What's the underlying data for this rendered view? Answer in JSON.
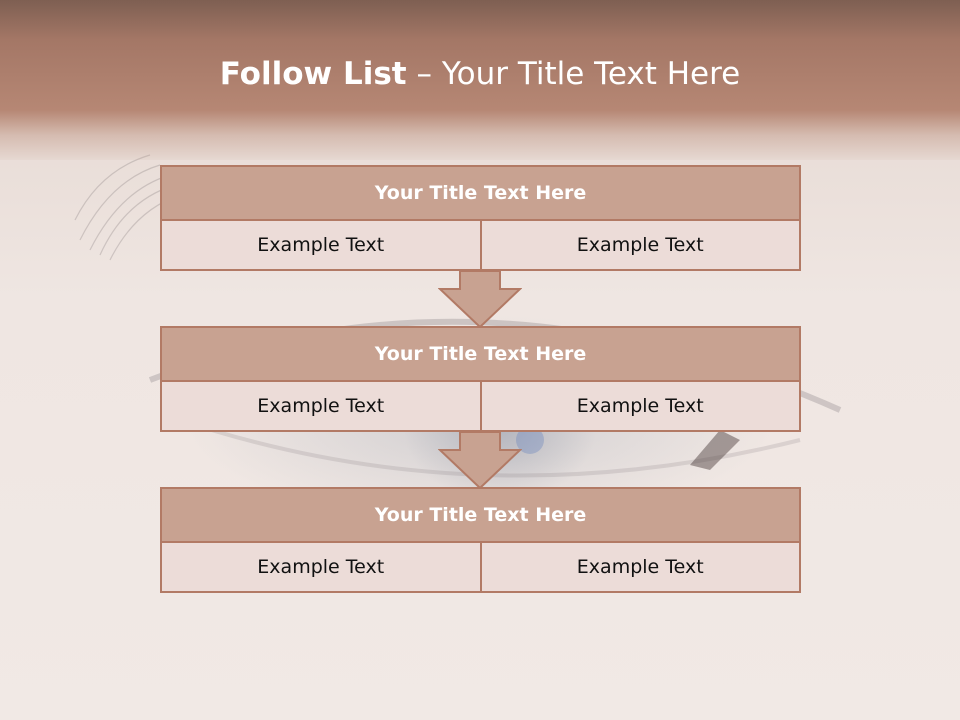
{
  "slide": {
    "title_strong": "Follow List",
    "title_separator": " – ",
    "title_light": "Your Title Text Here"
  },
  "blocks": [
    {
      "title": "Your Title Text Here",
      "left": "Example Text",
      "right": "Example Text"
    },
    {
      "title": "Your Title Text Here",
      "left": "Example Text",
      "right": "Example Text"
    },
    {
      "title": "Your Title Text Here",
      "left": "Example Text",
      "right": "Example Text"
    }
  ],
  "colors": {
    "header_band": "#a47766",
    "block_title_fill": "#c8a291",
    "block_border": "#b27a65",
    "cell_fill": "#ecdcd8",
    "arrow_fill": "#c8a291"
  }
}
